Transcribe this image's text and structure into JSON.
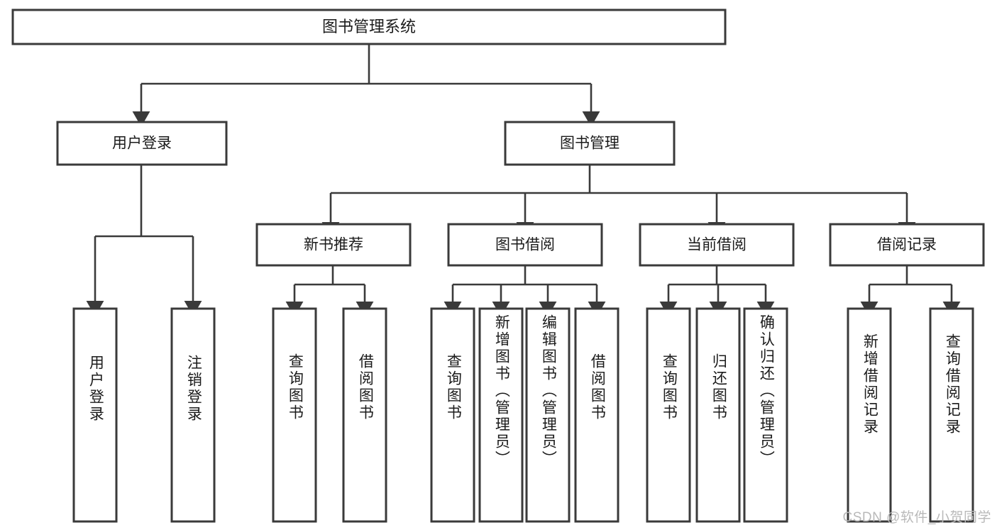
{
  "diagram": {
    "title": "图书管理系统",
    "type": "tree-hierarchy-functional-decomposition",
    "watermark": "CSDN @软件_小贺同学",
    "colors": {
      "background": "#ffffff",
      "box_stroke": "#3a3a3a",
      "box_fill": "#ffffff",
      "connector": "#3a3a3a",
      "text": "#1b1b1b",
      "watermark": "#b9b9b9"
    },
    "root": {
      "label": "图书管理系统"
    },
    "level2": [
      {
        "label": "用户登录"
      },
      {
        "label": "图书管理"
      }
    ],
    "level3": [
      {
        "label": "新书推荐"
      },
      {
        "label": "图书借阅"
      },
      {
        "label": "当前借阅"
      },
      {
        "label": "借阅记录"
      }
    ],
    "leaves": {
      "user_login": [
        {
          "label": "用户登录"
        },
        {
          "label": "注销登录"
        }
      ],
      "new_book_recommend": [
        {
          "label": "查询图书"
        },
        {
          "label": "借阅图书"
        }
      ],
      "book_borrow": [
        {
          "label": "查询图书"
        },
        {
          "label": "新增图书（管理员）"
        },
        {
          "label": "编辑图书（管理员）"
        },
        {
          "label": "借阅图书"
        }
      ],
      "current_borrow": [
        {
          "label": "查询图书"
        },
        {
          "label": "归还图书"
        },
        {
          "label": "确认归还（管理员）"
        }
      ],
      "borrow_record": [
        {
          "label": "新增借阅记录"
        },
        {
          "label": "查询借阅记录"
        }
      ]
    }
  }
}
